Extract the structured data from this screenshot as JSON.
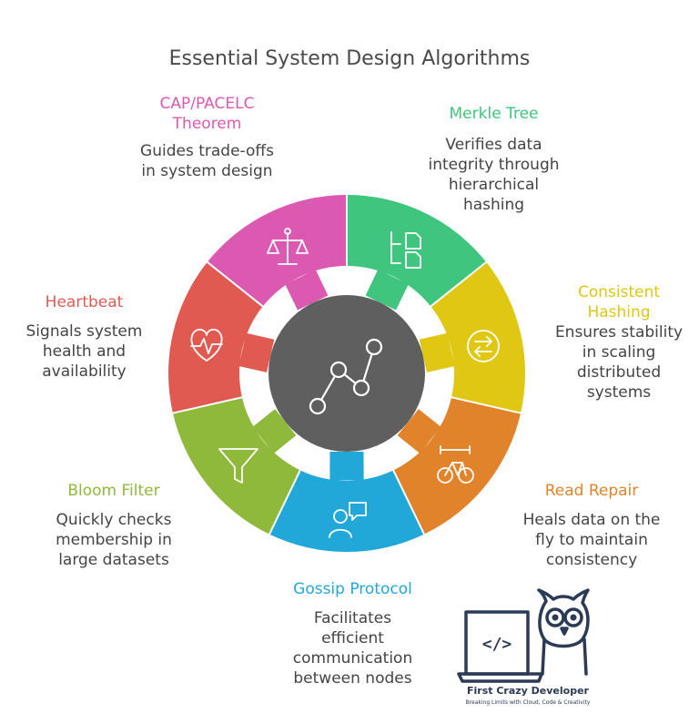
{
  "title": "Essential System Design Algorithms",
  "colors": {
    "center": "#5f5f5f",
    "icon": "#ffffff"
  },
  "segments": [
    {
      "key": "merkle",
      "name": "Merkle Tree",
      "desc": "Verifies data\nintegrity through\nhierarchical\nhashing",
      "color": "#3fc57d",
      "icon": "document-tree-icon"
    },
    {
      "key": "consistent",
      "name": "Consistent\nHashing",
      "desc": "Ensures stability\nin scaling\ndistributed\nsystems",
      "color": "#dfc713",
      "icon": "exchange-arrows-icon"
    },
    {
      "key": "readrepair",
      "name": "Read Repair",
      "desc": "Heals data on the\nfly to maintain\nconsistency",
      "color": "#e1832b",
      "icon": "bicycle-tools-icon"
    },
    {
      "key": "gossip",
      "name": "Gossip Protocol",
      "desc": "Facilitates\nefficient\ncommunication\nbetween nodes",
      "color": "#21a8d9",
      "icon": "person-chat-icon"
    },
    {
      "key": "bloom",
      "name": "Bloom Filter",
      "desc": "Quickly checks\nmembership in\nlarge datasets",
      "color": "#8fb93a",
      "icon": "funnel-icon"
    },
    {
      "key": "heartbeat",
      "name": "Heartbeat",
      "desc": "Signals system\nhealth and\navailability",
      "color": "#e15a52",
      "icon": "heart-pulse-icon"
    },
    {
      "key": "cap",
      "name": "CAP/PACELC\nTheorem",
      "desc": "Guides trade-offs\nin system design",
      "color": "#dc59b2",
      "icon": "balance-scale-icon"
    }
  ],
  "center_icon": "line-graph-icon",
  "logo": {
    "name": "First Crazy Developer",
    "tagline": "Breaking Limits with Cloud, Code & Creativity",
    "code_glyph": "</>"
  }
}
